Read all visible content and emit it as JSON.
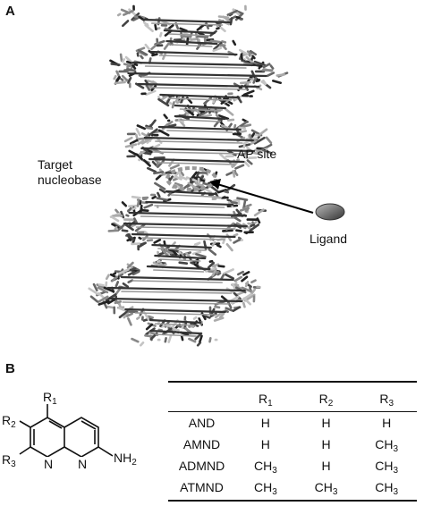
{
  "panel_a": {
    "label": "A",
    "target_label_line1": "Target",
    "target_label_line2": "nucleobase",
    "ap_site_label": "AP site",
    "ligand_label": "Ligand"
  },
  "panel_b": {
    "label": "B",
    "structure": {
      "r1": "R",
      "r1_sub": "1",
      "r2": "R",
      "r2_sub": "2",
      "r3": "R",
      "r3_sub": "3",
      "n1": "N",
      "n2": "N",
      "nh2": "NH",
      "nh2_sub": "2"
    },
    "table": {
      "headers": [
        {
          "main": "",
          "sub": ""
        },
        {
          "main": "R",
          "sub": "1"
        },
        {
          "main": "R",
          "sub": "2"
        },
        {
          "main": "R",
          "sub": "3"
        }
      ],
      "rows": [
        {
          "name": "AND",
          "cells": [
            {
              "main": "H",
              "sub": ""
            },
            {
              "main": "H",
              "sub": ""
            },
            {
              "main": "H",
              "sub": ""
            }
          ]
        },
        {
          "name": "AMND",
          "cells": [
            {
              "main": "H",
              "sub": ""
            },
            {
              "main": "H",
              "sub": ""
            },
            {
              "main": "CH",
              "sub": "3"
            }
          ]
        },
        {
          "name": "ADMND",
          "cells": [
            {
              "main": "CH",
              "sub": "3"
            },
            {
              "main": "H",
              "sub": ""
            },
            {
              "main": "CH",
              "sub": "3"
            }
          ]
        },
        {
          "name": "ATMND",
          "cells": [
            {
              "main": "CH",
              "sub": "3"
            },
            {
              "main": "CH",
              "sub": "3"
            },
            {
              "main": "CH",
              "sub": "3"
            }
          ]
        }
      ]
    }
  }
}
